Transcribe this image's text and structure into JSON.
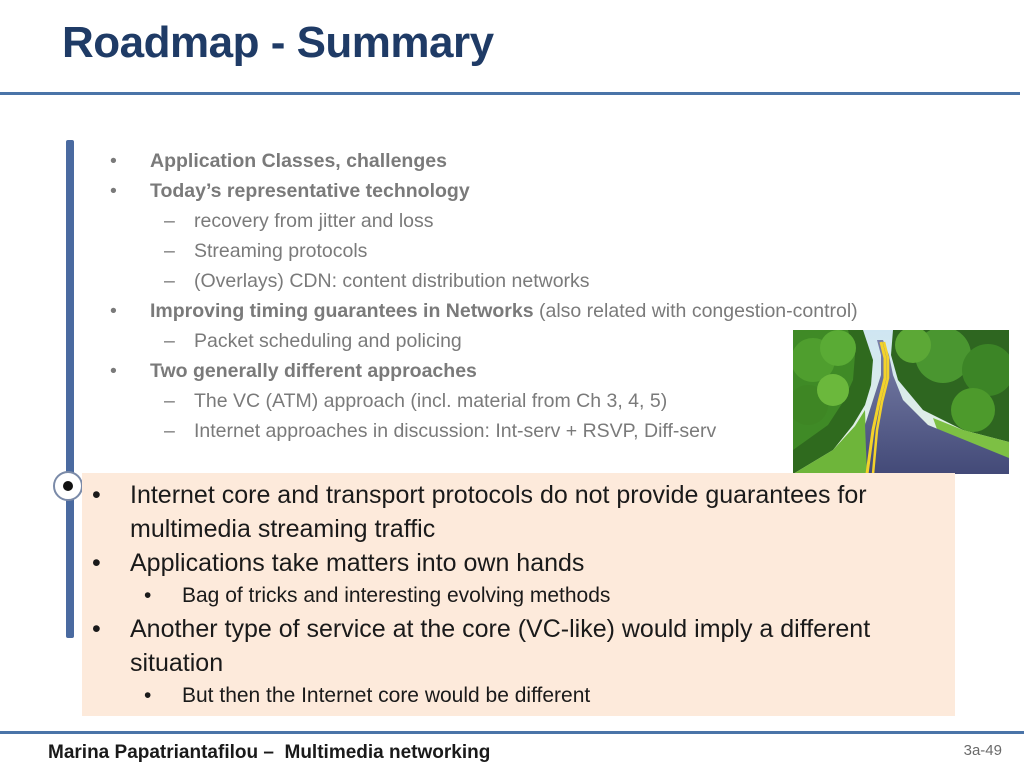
{
  "slide": {
    "title": "Roadmap - Summary",
    "outline": [
      {
        "level": 1,
        "bullet": "•",
        "bold": "Application Classes, challenges",
        "rest": ""
      },
      {
        "level": 1,
        "bullet": "•",
        "bold": "Today’s representative technology",
        "rest": ""
      },
      {
        "level": 2,
        "bullet": "–",
        "bold": "",
        "rest": "recovery from jitter and loss"
      },
      {
        "level": 2,
        "bullet": "–",
        "bold": "",
        "rest": "Streaming protocols"
      },
      {
        "level": 2,
        "bullet": "–",
        "bold": "",
        "rest": "(Overlays) CDN: content distribution networks"
      },
      {
        "level": 1,
        "bullet": "•",
        "bold": "Improving timing guarantees in Networks",
        "rest": " (also related with congestion-control)"
      },
      {
        "level": 2,
        "bullet": "–",
        "bold": "",
        "rest": "Packet scheduling and policing"
      },
      {
        "level": 1,
        "bullet": "•",
        "bold": "Two generally different approaches",
        "rest": ""
      },
      {
        "level": 2,
        "bullet": "–",
        "bold": "",
        "rest": "The  VC (ATM) approach (incl. material from Ch 3, 4, 5)"
      },
      {
        "level": 2,
        "bullet": "–",
        "bold": "",
        "rest": "Internet approaches in discussion: Int-serv + RSVP, Diff-serv"
      }
    ],
    "callout": [
      {
        "level": 1,
        "bullet": "•",
        "text": "Internet core and transport protocols do not provide guarantees for multimedia streaming traffic"
      },
      {
        "level": 1,
        "bullet": "•",
        "text": "Applications take matters into own hands"
      },
      {
        "level": 2,
        "bullet": "•",
        "text": "Bag of tricks and interesting evolving methods"
      },
      {
        "level": 1,
        "bullet": "•",
        "text": "Another type of service at the core (VC-like) would imply a different situation"
      },
      {
        "level": 2,
        "bullet": "•",
        "text": "But then the Internet core would be different"
      }
    ],
    "image_subject": "road-through-forest",
    "footer": "Marina Papatriantafilou –  Multimedia networking",
    "page_number": "3a-49"
  },
  "colors": {
    "title": "#1f3b66",
    "rule": "#4a74a8",
    "outline_text": "#7a7a7a",
    "callout_bg": "#fdeadb"
  }
}
